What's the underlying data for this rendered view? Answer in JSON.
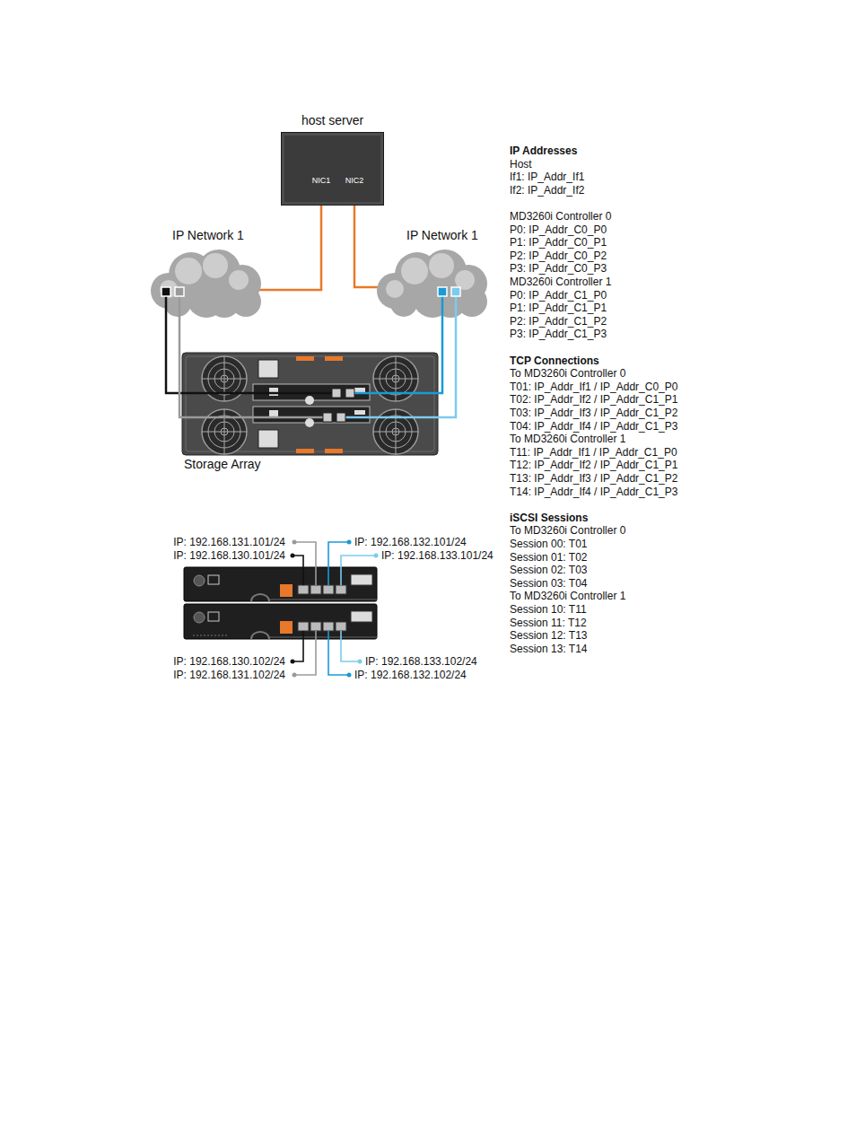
{
  "diagram": {
    "nodes": [
      {
        "text": [
          "host server"
        ]
      },
      {
        "text": [
          "NIC1"
        ],
        "in": 0
      },
      {
        "text": [
          "NIC2"
        ],
        "in": 0
      },
      {
        "text": [
          "IP Network 1"
        ]
      },
      {
        "text": [
          "IP Network 1"
        ]
      },
      {
        "text": [
          "Storage Array"
        ]
      }
    ],
    "edges": [
      {
        "from": 1,
        "to": 3,
        "arrow": "none"
      },
      {
        "from": 2,
        "to": 4,
        "arrow": "none"
      },
      {
        "from": 3,
        "to": 5,
        "arrow": "none"
      },
      {
        "from": 3,
        "to": 5,
        "arrow": "none"
      },
      {
        "from": 4,
        "to": 5,
        "arrow": "none"
      },
      {
        "from": 4,
        "to": 5,
        "arrow": "none"
      }
    ],
    "labels": [
      "IP Addresses",
      "Host",
      "If1: IP_Addr_If1",
      "If2: IP_Addr_If2",
      "MD3260i Controller 0",
      "P0: IP_Addr_C0_P0",
      "P1: IP_Addr_C0_P1",
      "P2: IP_Addr_C0_P2",
      "P3: IP_Addr_C0_P3",
      "MD3260i Controller 1",
      "P0: IP_Addr_C1_P0",
      "P1: IP_Addr_C1_P1",
      "P2: IP_Addr_C1_P2",
      "P3: IP_Addr_C1_P3",
      "TCP Connections",
      "To MD3260i Controller 0",
      "T01: IP_Addr_If1 / IP_Addr_C0_P0",
      "T02: IP_Addr_If2 / IP_Addr_C1_P1",
      "T03: IP_Addr_If3 / IP_Addr_C1_P2",
      "T04: IP_Addr_If4 / IP_Addr_C1_P3",
      "To MD3260i Controller 1",
      "T11: IP_Addr_If1 / IP_Addr_C1_P0",
      "T12: IP_Addr_If2 / IP_Addr_C1_P1",
      "T13: IP_Addr_If3 / IP_Addr_C1_P2",
      "T14: IP_Addr_If4 / IP_Addr_C1_P3",
      "iSCSI Sessions",
      "To MD3260i Controller 0",
      "Session 00: T01",
      "Session 01: T02",
      "Session 02: T03",
      "Session 03: T04",
      "To MD3260i Controller 1",
      "Session 10: T11",
      "Session 11: T12",
      "Session 12: T13",
      "Session 13: T14",
      "IP: 192.168.131.101/24",
      "IP: 192.168.130.101/24",
      "IP: 192.168.132.101/24",
      "IP: 192.168.133.101/24",
      "IP: 192.168.130.102/24",
      "IP: 192.168.131.102/24",
      "IP: 192.168.133.102/24",
      "IP: 192.168.132.102/24"
    ]
  }
}
